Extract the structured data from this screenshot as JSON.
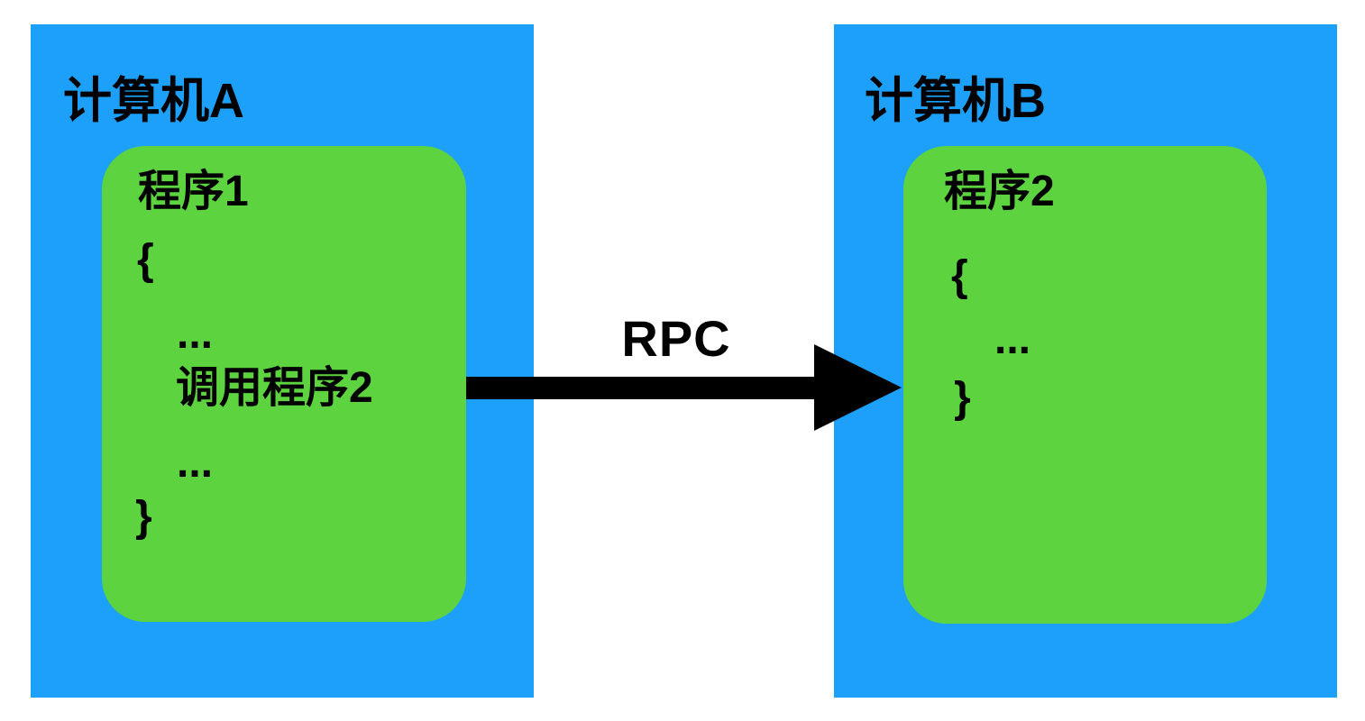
{
  "diagram": {
    "title_semantic": "RPC call between two computers",
    "colors": {
      "computer_box": "#1da0f9",
      "program_box": "#5cd33f",
      "arrow": "#000000",
      "text": "#000000",
      "background": "#ffffff"
    }
  },
  "computer_a": {
    "label": "计算机A",
    "program": {
      "title": "程序1",
      "brace_open": "{",
      "ellipsis_1": "...",
      "call_line": "调用程序2",
      "ellipsis_2": "...",
      "brace_close": "}"
    }
  },
  "computer_b": {
    "label": "计算机B",
    "program": {
      "title": "程序2",
      "brace_open": "{",
      "ellipsis": "...",
      "brace_close": "}"
    }
  },
  "arrow": {
    "label": "RPC"
  }
}
